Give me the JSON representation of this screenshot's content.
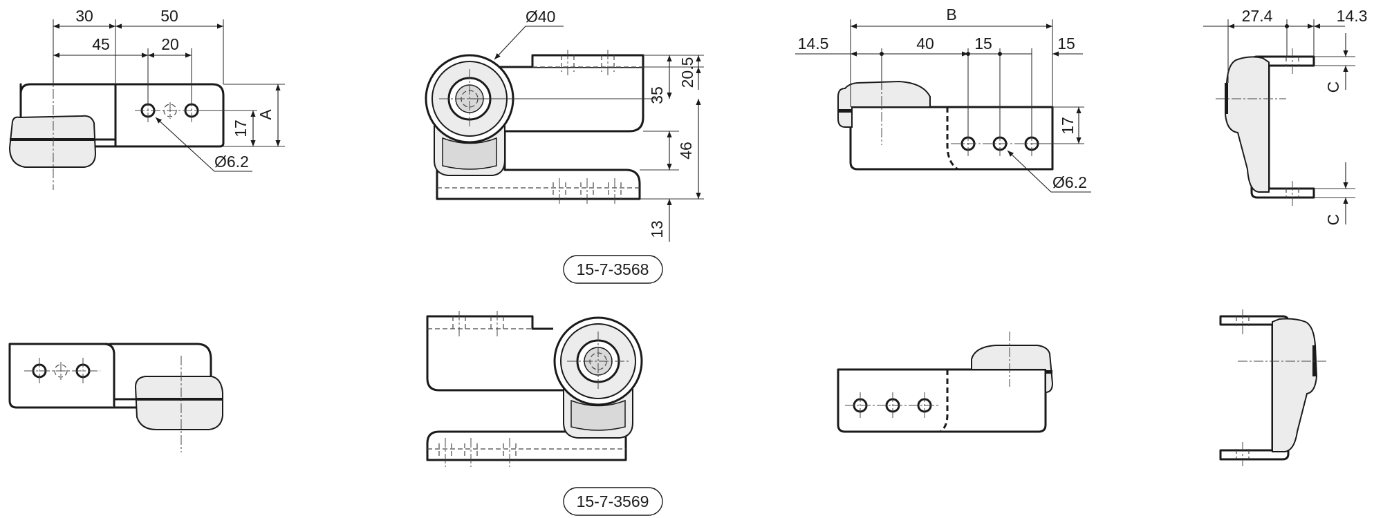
{
  "drawing": {
    "part_numbers": [
      "15-7-3568",
      "15-7-3569"
    ],
    "side_view": {
      "dims": [
        "30",
        "50",
        "45",
        "20",
        "17",
        "A"
      ],
      "hole": "Ø6.2"
    },
    "front_view": {
      "dims": [
        "Ø40",
        "20.5",
        "35",
        "46",
        "13"
      ]
    },
    "rear_view": {
      "dims": [
        "B",
        "14.5",
        "40",
        "15",
        "15",
        "17"
      ],
      "hole": "Ø6.2"
    },
    "end_view": {
      "dims": [
        "27.4",
        "14.3",
        "C",
        "C"
      ]
    }
  }
}
